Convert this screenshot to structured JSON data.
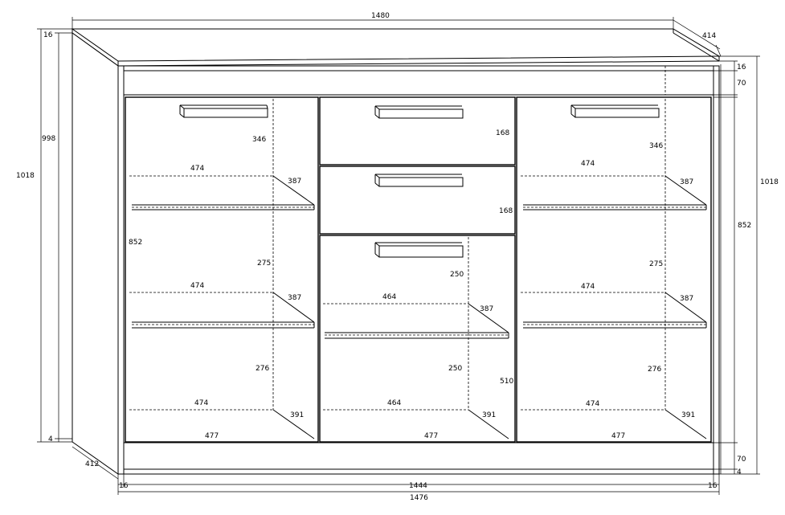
{
  "dimensions": {
    "top_width": "1480",
    "top_depth": "414",
    "left_top_thickness": "16",
    "left_inner_height": "998",
    "left_total_height": "1018",
    "left_bottom_gap": "4",
    "left_depth_bottom": "412",
    "right_top_thickness": "16",
    "right_plinth_top": "70",
    "right_total_height": "1018",
    "right_inner_height": "852",
    "right_plinth_bottom": "70",
    "right_bottom_gap": "4",
    "bottom_left_side": "16",
    "bottom_inner_width": "1444",
    "bottom_right_side": "16",
    "bottom_total_width": "1476"
  },
  "left_compartment": {
    "height_label": "852",
    "sections": [
      {
        "height": "346",
        "shelf_width": "474",
        "shelf_depth": "387"
      },
      {
        "height": "275",
        "shelf_width": "474",
        "shelf_depth": "387"
      },
      {
        "height": "276",
        "shelf_width": "474",
        "shelf_depth": "391"
      }
    ],
    "bottom_width": "477"
  },
  "middle_compartment": {
    "drawer_heights": [
      "168",
      "168"
    ],
    "sections": [
      {
        "height": "250",
        "shelf_width": "464",
        "shelf_depth": "387"
      },
      {
        "height": "250",
        "shelf_width": "464",
        "shelf_depth": "391"
      }
    ],
    "door_height": "510",
    "bottom_width": "477"
  },
  "right_compartment": {
    "sections": [
      {
        "height": "346",
        "shelf_width": "474",
        "shelf_depth": "387"
      },
      {
        "height": "275",
        "shelf_width": "474",
        "shelf_depth": "387"
      },
      {
        "height": "276",
        "shelf_width": "474",
        "shelf_depth": "391"
      }
    ],
    "bottom_width": "477"
  }
}
